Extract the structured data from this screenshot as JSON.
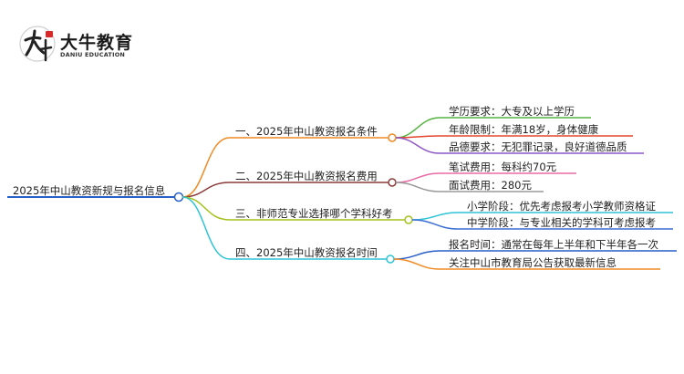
{
  "brand": {
    "name": "大牛教育",
    "subtitle": "DANIU EDUCATION"
  },
  "mindmap": {
    "root": "2025年中山教资新规与报名信息",
    "branches": [
      {
        "label": "一、2025年中山教资报名条件",
        "color": "#f08a24",
        "children": [
          {
            "label": "学历要求：大专及以上学历",
            "color": "#53b340"
          },
          {
            "label": "年龄限制：年满18岁，身体健康",
            "color": "#e5462f"
          },
          {
            "label": "品德要求：无犯罪记录，良好道德品质",
            "color": "#8e57c4"
          }
        ]
      },
      {
        "label": "二、2025年中山教资报名费用",
        "color": "#8b3a3a",
        "children": [
          {
            "label": "笔试费用：每科约70元",
            "color": "#e86aa6"
          },
          {
            "label": "面试费用：280元",
            "color": "#9a9a9a"
          }
        ]
      },
      {
        "label": "三、非师范专业选择哪个学科好考",
        "color": "#a3c21c",
        "children": [
          {
            "label": "小学阶段：优先考虑报考小学教师资格证",
            "color": "#2ec4d6"
          },
          {
            "label": "中学阶段：与专业相关的学科可考虑报考",
            "color": "#3b6fd4"
          }
        ]
      },
      {
        "label": "四、2025年中山教资报名时间",
        "color": "#2ec4d6",
        "children": [
          {
            "label": "报名时间：通常在每年上半年和下半年各一次",
            "color": "#2a5fc9"
          },
          {
            "label": "关注中山市教育局公告获取最新信息",
            "color": "#f08a24"
          }
        ]
      }
    ],
    "root_color": "#2a5fc9"
  }
}
